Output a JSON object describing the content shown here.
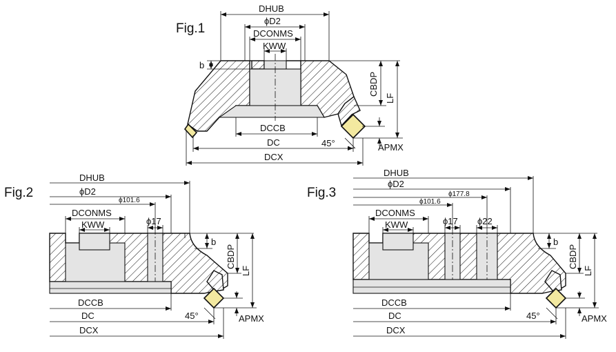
{
  "figures": {
    "fig1": {
      "title": "Fig.1",
      "labels": {
        "dhub": "DHUB",
        "d2": "ϕD2",
        "dconms": "DCONMS",
        "kww": "KWW",
        "b": "b",
        "cbdp": "CBDP",
        "lf": "LF",
        "dccb": "DCCB",
        "dc": "DC",
        "dcx": "DCX",
        "angle": "45°",
        "apmx": "APMX"
      }
    },
    "fig2": {
      "title": "Fig.2",
      "labels": {
        "dhub": "DHUB",
        "d2": "ϕD2",
        "d1016": "ϕ101.6",
        "dconms": "DCONMS",
        "kww": "KWW",
        "d17": "ϕ17",
        "b": "b",
        "cbdp": "CBDP",
        "lf": "LF",
        "dccb": "DCCB",
        "dc": "DC",
        "dcx": "DCX",
        "angle": "45°",
        "apmx": "APMX"
      }
    },
    "fig3": {
      "title": "Fig.3",
      "labels": {
        "dhub": "DHUB",
        "d2": "ϕD2",
        "d1778": "ϕ177.8",
        "d1016": "ϕ101.6",
        "dconms": "DCONMS",
        "kww": "KWW",
        "d17": "ϕ17",
        "d22": "ϕ22",
        "b": "b",
        "cbdp": "CBDP",
        "lf": "LF",
        "dccb": "DCCB",
        "dc": "DC",
        "dcx": "DCX",
        "angle": "45°",
        "apmx": "APMX"
      }
    }
  },
  "colors": {
    "insert": "#f3e9a0",
    "bore": "#e4e4e4",
    "line": "#111111"
  }
}
